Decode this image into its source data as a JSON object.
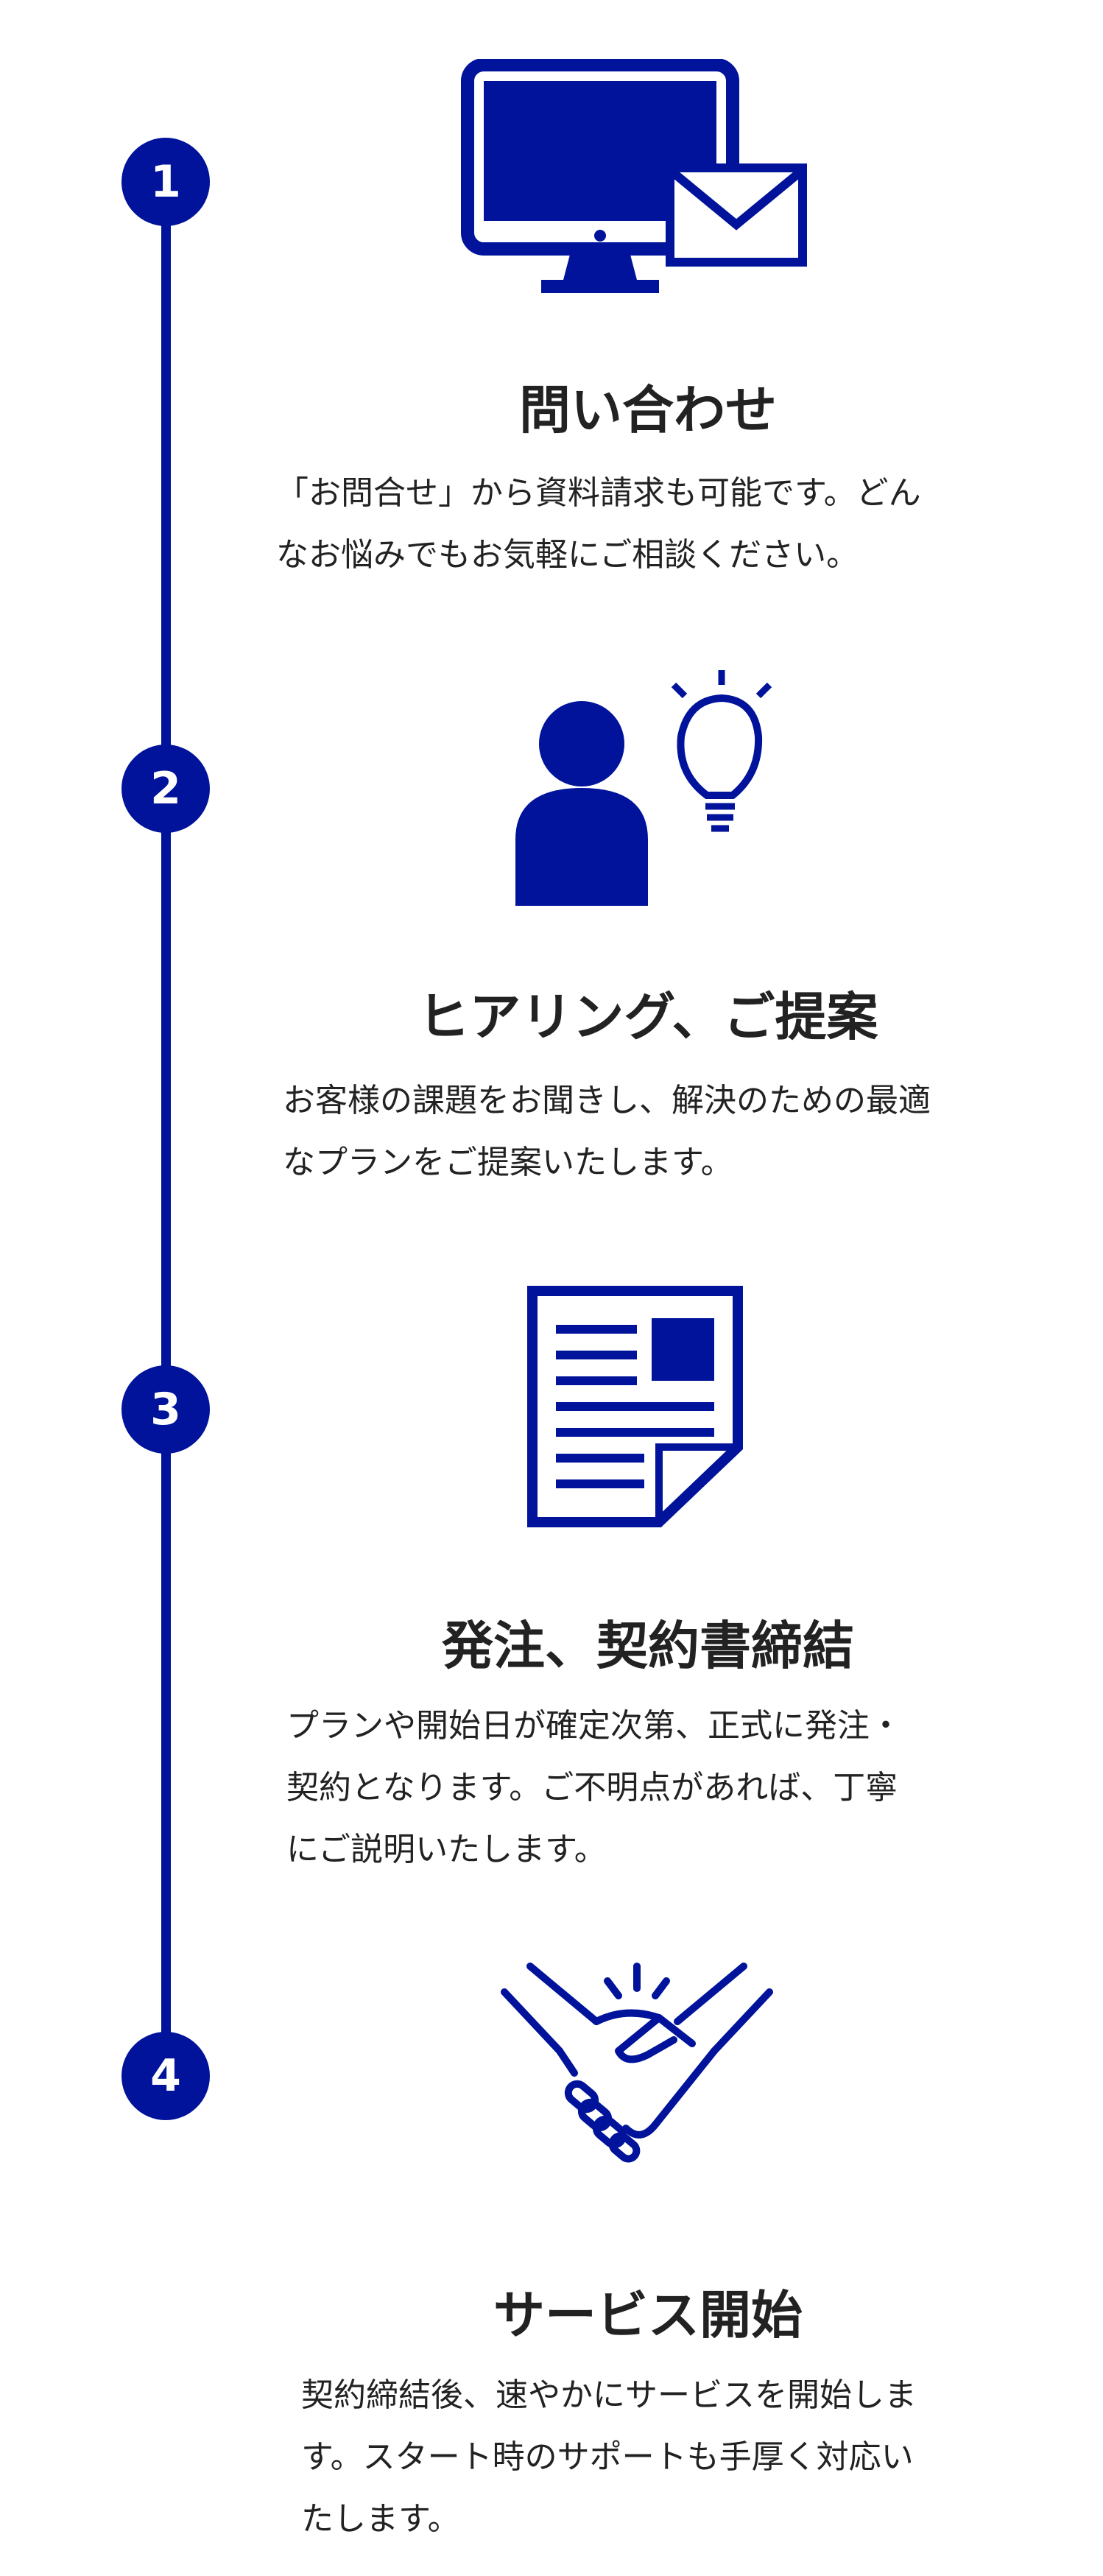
{
  "steps": [
    {
      "number": "1",
      "icon": "computer-mail-icon",
      "title": "問い合わせ",
      "lines": [
        "「お問合せ」から資料請求も可能です。どん",
        "なお悩みでもお気軽にご相談ください。"
      ]
    },
    {
      "number": "2",
      "icon": "person-lightbulb-icon",
      "title": "ヒアリング、ご提案",
      "lines": [
        "お客様の課題をお聞きし、解決のための最適",
        "なプランをご提案いたします。"
      ]
    },
    {
      "number": "3",
      "icon": "document-icon",
      "title": "発注、契約書締結",
      "lines": [
        "プランや開始日が確定次第、正式に発注・",
        "契約となります。ご不明点があれば、丁寧",
        "にご説明いたします。"
      ]
    },
    {
      "number": "4",
      "icon": "handshake-icon",
      "title": "サービス開始",
      "lines": [
        "契約締結後、速やかにサービスを開始しま",
        "す。スタート時のサポートも手厚く対応い",
        "たします。"
      ]
    }
  ],
  "colors": {
    "accent": "#00139a",
    "text": "#222222"
  }
}
